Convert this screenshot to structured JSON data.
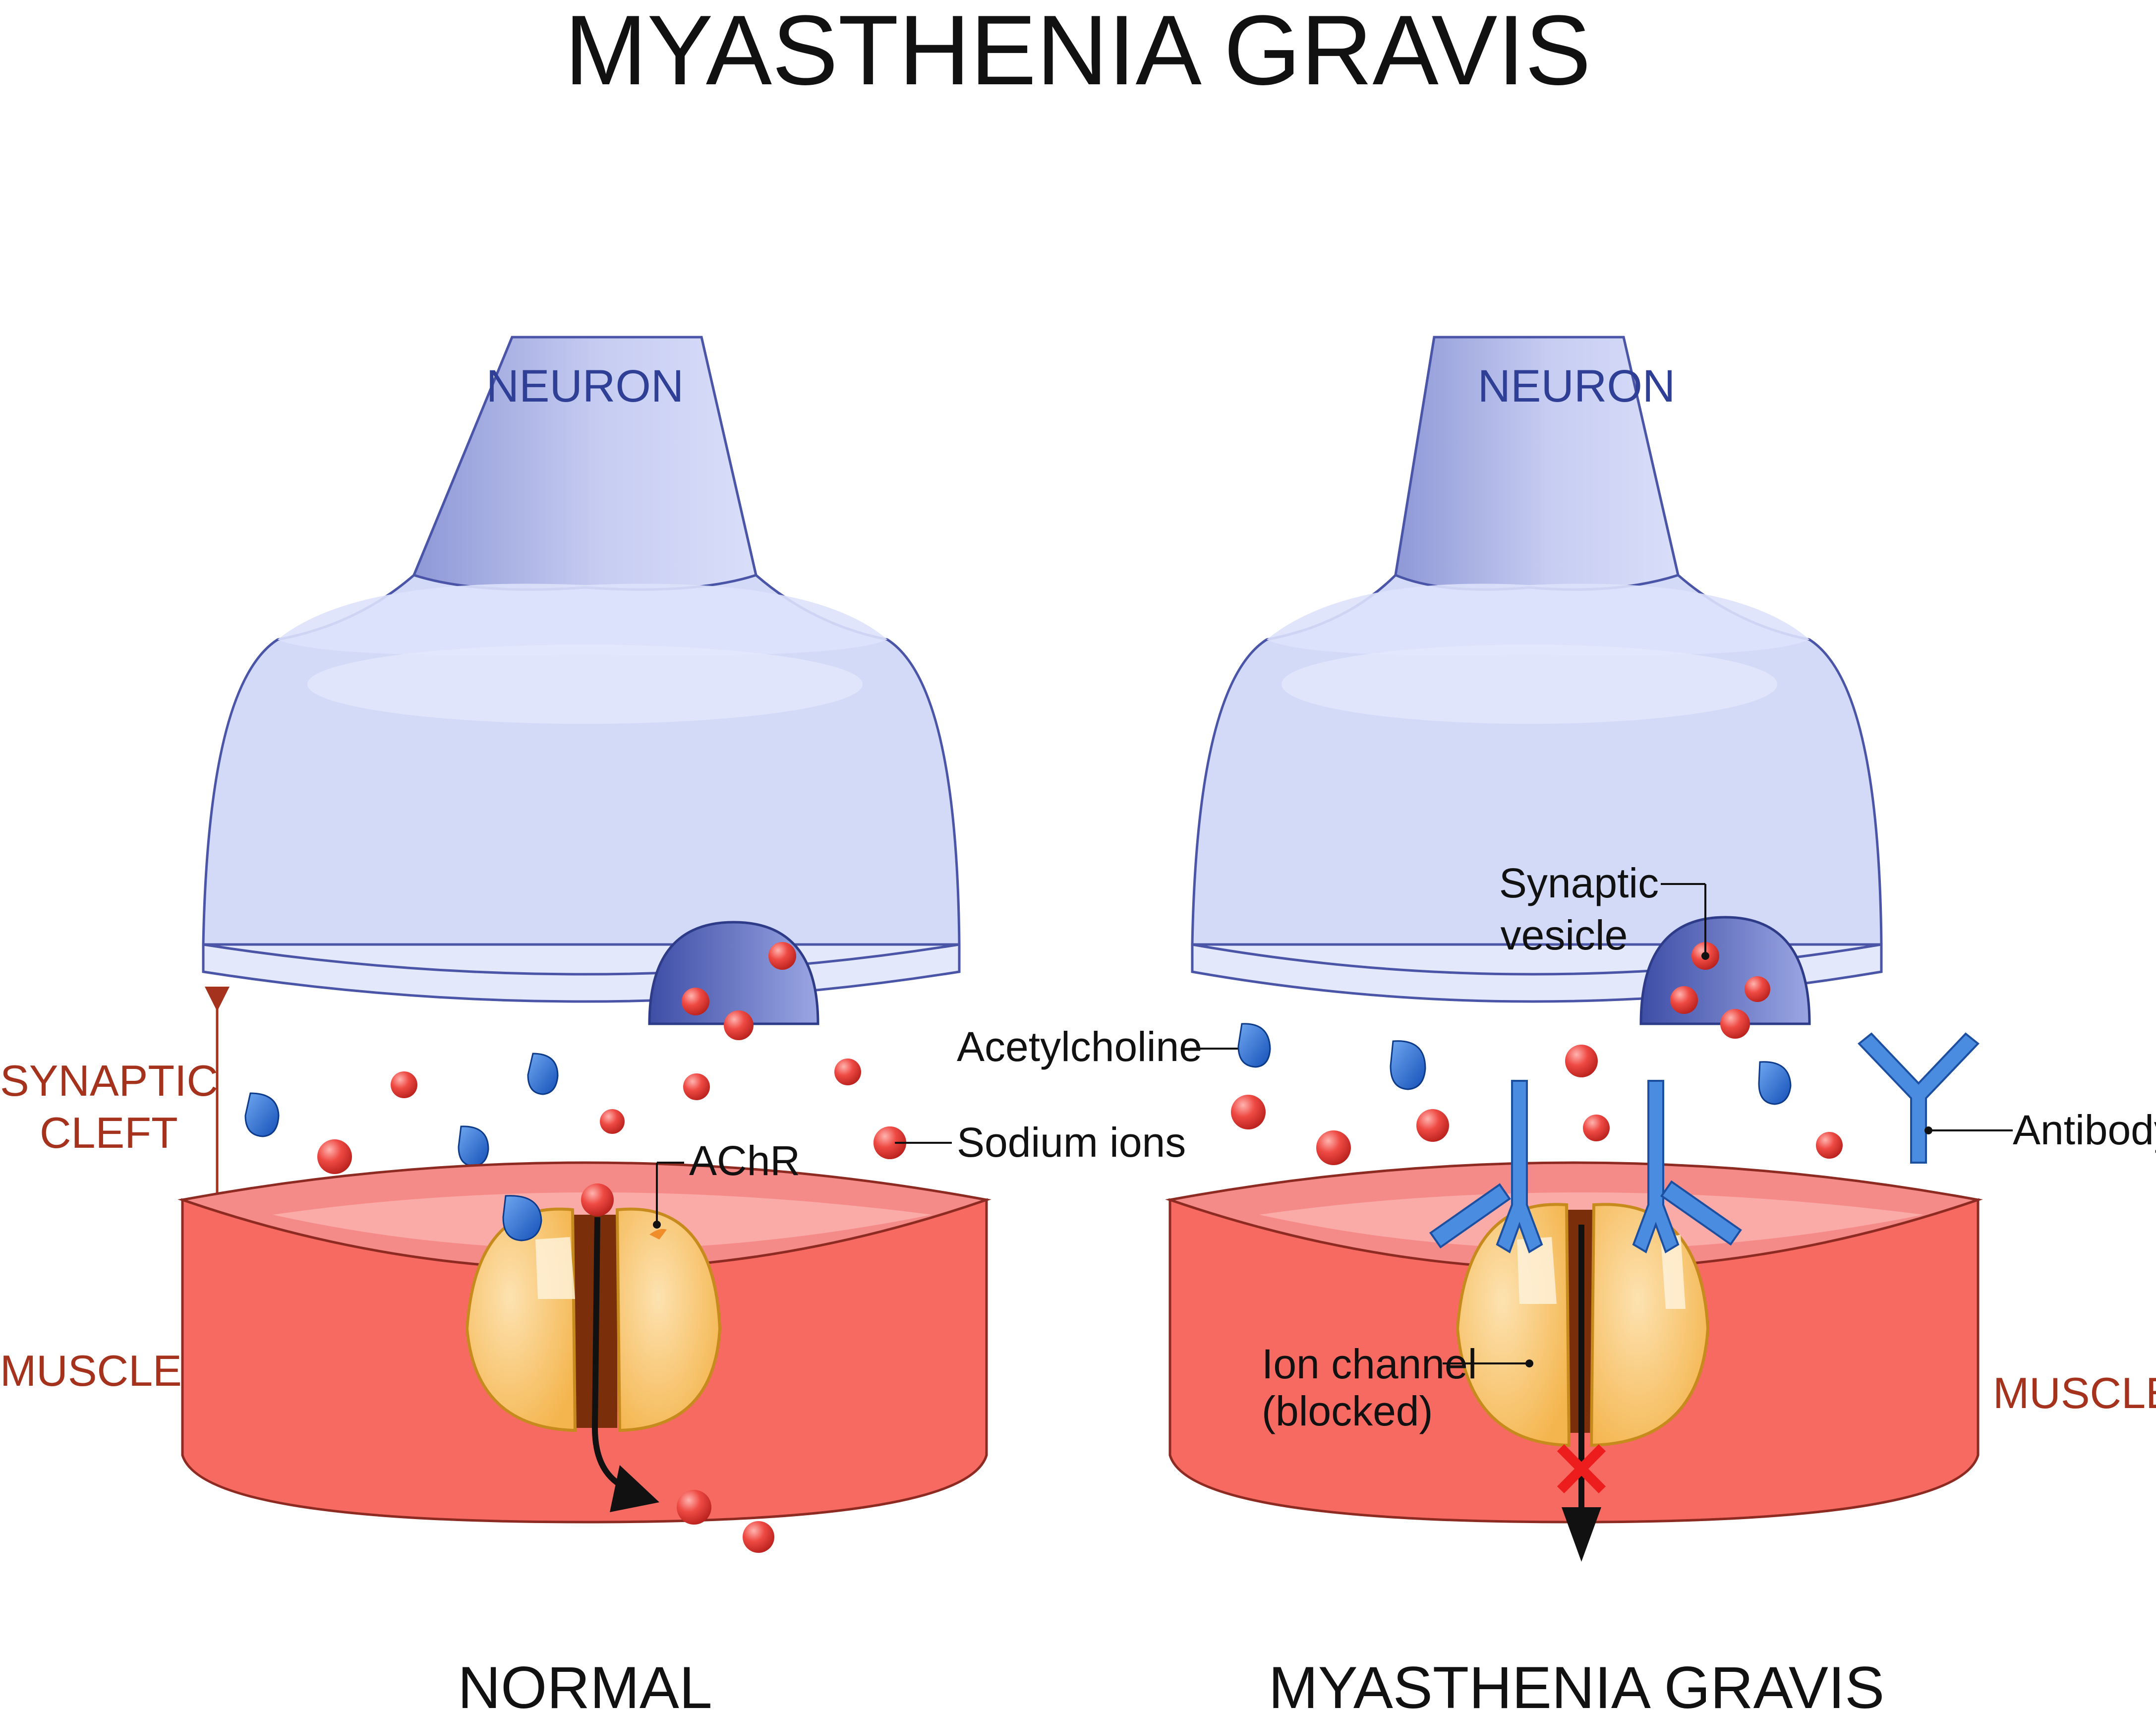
{
  "title": "MYASTHENIA GRAVIS",
  "panels": {
    "normal": {
      "caption": "NORMAL",
      "neuron_label": "NEURON",
      "cleft_label_line1": "SYNAPTIC",
      "cleft_label_line2": "CLEFT",
      "muscle_label": "MUSCLE",
      "receptor_label": "AChR"
    },
    "mg": {
      "caption": "MYASTHENIA GRAVIS",
      "neuron_label": "NEURON",
      "muscle_label": "MUSCLE",
      "vesicle_label_line1": "Synaptic",
      "vesicle_label_line2": "vesicle",
      "channel_label_line1": "Ion channel",
      "channel_label_line2": "(blocked)"
    }
  },
  "callouts": {
    "acetylcholine": "Acetylcholine",
    "sodium_ions": "Sodium ions",
    "antibody": "Antibody"
  },
  "colors": {
    "neuron": "#d3daf8",
    "neuron_stroke": "#4a55a8",
    "vesicle": "#4d5fb8",
    "sodium": "#e23a3a",
    "acetylcholine": "#1f6fd6",
    "muscle": "#f76a62",
    "muscle_top": "#f58b88",
    "channel": "#fbd58a",
    "channel_stroke": "#c78a1c",
    "antibody": "#4a8ce0",
    "label_red": "#a4321d",
    "block_x": "#ee1d1d"
  },
  "icons": [
    "neuron-terminal",
    "synaptic-vesicle",
    "sodium-ion",
    "acetylcholine-drop",
    "antibody-y",
    "ion-channel",
    "block-x-icon",
    "flow-arrow-icon"
  ]
}
